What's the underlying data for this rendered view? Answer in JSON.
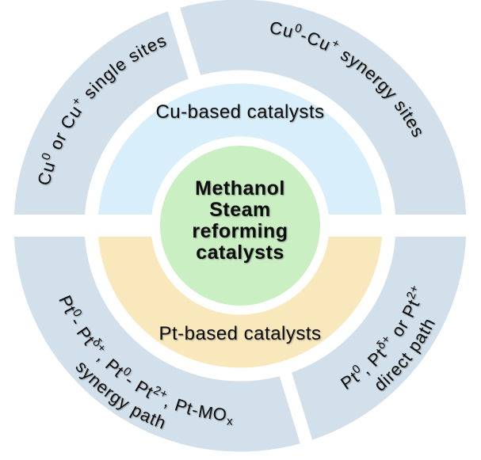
{
  "figure": {
    "description": "Methanol steam reforming catalysts classification wheel"
  },
  "center": {
    "lines": [
      "Methanol",
      "Steam",
      "reforming",
      "catalysts"
    ],
    "color": "#c9efc2"
  },
  "middle_ring": {
    "top": {
      "label": "Cu-based catalysts",
      "color": "#d8eefa"
    },
    "bottom": {
      "label": "Pt-based catalysts",
      "color": "#f8e8bc"
    }
  },
  "outer_ring": {
    "color": "#d2e0eb",
    "segments": [
      {
        "id": "top-left",
        "lines": [
          [
            {
              "t": "Cu"
            },
            {
              "t": "0",
              "s": "sup"
            },
            {
              "t": " or Cu"
            },
            {
              "t": "+",
              "s": "sup"
            },
            {
              "t": " single sites"
            }
          ]
        ]
      },
      {
        "id": "top-right",
        "lines": [
          [
            {
              "t": "Cu"
            },
            {
              "t": "0",
              "s": "sup"
            },
            {
              "t": "-Cu"
            },
            {
              "t": "+",
              "s": "sup"
            },
            {
              "t": " synergy sites"
            }
          ]
        ]
      },
      {
        "id": "bottom-left",
        "lines": [
          [
            {
              "t": "Pt"
            },
            {
              "t": "0",
              "s": "sup"
            },
            {
              "t": "- Pt"
            },
            {
              "t": "δ+",
              "s": "sup"
            },
            {
              "t": ", Pt"
            },
            {
              "t": "0",
              "s": "sup"
            },
            {
              "t": "- Pt"
            },
            {
              "t": "2+",
              "s": "sup"
            },
            {
              "t": ", Pt-MO"
            },
            {
              "t": "x",
              "s": "sub"
            }
          ],
          [
            {
              "t": "synergy path"
            }
          ]
        ]
      },
      {
        "id": "bottom-right",
        "lines": [
          [
            {
              "t": "Pt"
            },
            {
              "t": "0",
              "s": "sup"
            },
            {
              "t": ", Pt"
            },
            {
              "t": "δ+",
              "s": "sup"
            },
            {
              "t": " or Pt"
            },
            {
              "t": "2+",
              "s": "sup"
            }
          ],
          [
            {
              "t": "direct path"
            }
          ]
        ]
      }
    ]
  }
}
